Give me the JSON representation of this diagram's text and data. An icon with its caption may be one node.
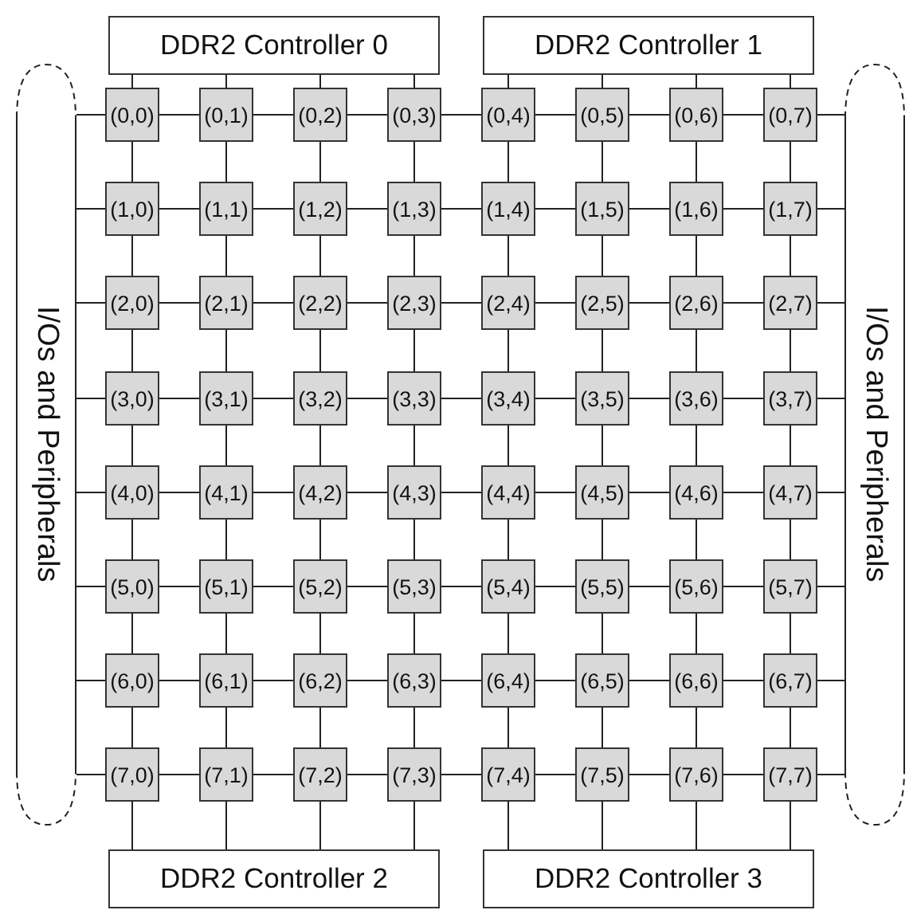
{
  "diagram": {
    "nodes": [
      {
        "text": [
          "DDR2 Controller 0"
        ]
      },
      {
        "text": [
          "DDR2 Controller 1"
        ]
      },
      {
        "text": [
          "I/Os and Peripherals"
        ]
      },
      {
        "text": [
          "(0,0)"
        ]
      },
      {
        "text": [
          "(0,1)"
        ]
      },
      {
        "text": [
          "(0,2)"
        ]
      },
      {
        "text": [
          "(0,3)"
        ]
      },
      {
        "text": [
          "(0,4)"
        ]
      },
      {
        "text": [
          "(0,5)"
        ]
      },
      {
        "text": [
          "(0,6)"
        ]
      },
      {
        "text": [
          "(0,7)"
        ]
      },
      {
        "text": [
          "(1,0)"
        ]
      },
      {
        "text": [
          "(1,1)"
        ]
      },
      {
        "text": [
          "(1,2)"
        ]
      },
      {
        "text": [
          "(1,3)"
        ]
      },
      {
        "text": [
          "(1,4)"
        ]
      },
      {
        "text": [
          "(1,5)"
        ]
      },
      {
        "text": [
          "(1,6)"
        ]
      },
      {
        "text": [
          "(1,7)"
        ]
      },
      {
        "text": [
          "(2,0)"
        ]
      },
      {
        "text": [
          "(2,1)"
        ]
      },
      {
        "text": [
          "(2,2)"
        ]
      },
      {
        "text": [
          "(2,3)"
        ]
      },
      {
        "text": [
          "(2,4)"
        ]
      },
      {
        "text": [
          "(2,5)"
        ]
      },
      {
        "text": [
          "(2,6)"
        ]
      },
      {
        "text": [
          "(2,7)"
        ]
      },
      {
        "text": [
          "(3,0)"
        ]
      },
      {
        "text": [
          "(3,1)"
        ]
      },
      {
        "text": [
          "(3,2)"
        ]
      },
      {
        "text": [
          "(3,3)"
        ]
      },
      {
        "text": [
          "(3,4)"
        ]
      },
      {
        "text": [
          "(3,5)"
        ]
      },
      {
        "text": [
          "(3,6)"
        ]
      },
      {
        "text": [
          "(3,7)"
        ]
      },
      {
        "text": [
          "(4,0)"
        ]
      },
      {
        "text": [
          "(4,1)"
        ]
      },
      {
        "text": [
          "(4,2)"
        ]
      },
      {
        "text": [
          "(4,3)"
        ]
      },
      {
        "text": [
          "(4,4)"
        ]
      },
      {
        "text": [
          "(4,5)"
        ]
      },
      {
        "text": [
          "(4,6)"
        ]
      },
      {
        "text": [
          "(4,7)"
        ]
      },
      {
        "text": [
          "(5,0)"
        ]
      },
      {
        "text": [
          "(5,1)"
        ]
      },
      {
        "text": [
          "(5,2)"
        ]
      },
      {
        "text": [
          "(5,3)"
        ]
      },
      {
        "text": [
          "(5,4)"
        ]
      },
      {
        "text": [
          "(5,5)"
        ]
      },
      {
        "text": [
          "(5,6)"
        ]
      },
      {
        "text": [
          "(5,7)"
        ]
      },
      {
        "text": [
          "(6,0)"
        ]
      },
      {
        "text": [
          "(6,1)"
        ]
      },
      {
        "text": [
          "(6,2)"
        ]
      },
      {
        "text": [
          "(6,3)"
        ]
      },
      {
        "text": [
          "(6,4)"
        ]
      },
      {
        "text": [
          "(6,5)"
        ]
      },
      {
        "text": [
          "(6,6)"
        ]
      },
      {
        "text": [
          "(6,7)"
        ]
      },
      {
        "text": [
          "(7,0)"
        ]
      },
      {
        "text": [
          "(7,1)"
        ]
      },
      {
        "text": [
          "(7,2)"
        ]
      },
      {
        "text": [
          "(7,3)"
        ]
      },
      {
        "text": [
          "(7,4)"
        ]
      },
      {
        "text": [
          "(7,5)"
        ]
      },
      {
        "text": [
          "(7,6)"
        ]
      },
      {
        "text": [
          "(7,7)"
        ]
      },
      {
        "text": [
          "I/Os and Peripherals"
        ]
      },
      {
        "text": [
          "DDR2 Controller 2"
        ]
      },
      {
        "text": [
          "DDR2 Controller 3"
        ]
      }
    ],
    "edges": [
      {
        "from": 0,
        "to": 3,
        "arrow": "none"
      },
      {
        "from": 0,
        "to": 4,
        "arrow": "none"
      },
      {
        "from": 0,
        "to": 5,
        "arrow": "none"
      },
      {
        "from": 0,
        "to": 6,
        "arrow": "none"
      },
      {
        "from": 1,
        "to": 7,
        "arrow": "none"
      },
      {
        "from": 1,
        "to": 8,
        "arrow": "none"
      },
      {
        "from": 1,
        "to": 9,
        "arrow": "none"
      },
      {
        "from": 1,
        "to": 10,
        "arrow": "none"
      },
      {
        "from": 2,
        "to": 3,
        "arrow": "none"
      },
      {
        "from": 2,
        "to": 11,
        "arrow": "none"
      },
      {
        "from": 2,
        "to": 19,
        "arrow": "none"
      },
      {
        "from": 2,
        "to": 27,
        "arrow": "none"
      },
      {
        "from": 2,
        "to": 35,
        "arrow": "none"
      },
      {
        "from": 2,
        "to": 43,
        "arrow": "none"
      },
      {
        "from": 2,
        "to": 51,
        "arrow": "none"
      },
      {
        "from": 2,
        "to": 59,
        "arrow": "none"
      },
      {
        "from": 3,
        "to": 4,
        "arrow": "none"
      },
      {
        "from": 4,
        "to": 5,
        "arrow": "none"
      },
      {
        "from": 5,
        "to": 6,
        "arrow": "none"
      },
      {
        "from": 6,
        "to": 7,
        "arrow": "none"
      },
      {
        "from": 7,
        "to": 8,
        "arrow": "none"
      },
      {
        "from": 8,
        "to": 9,
        "arrow": "none"
      },
      {
        "from": 9,
        "to": 10,
        "arrow": "none"
      },
      {
        "from": 11,
        "to": 12,
        "arrow": "none"
      },
      {
        "from": 12,
        "to": 13,
        "arrow": "none"
      },
      {
        "from": 13,
        "to": 14,
        "arrow": "none"
      },
      {
        "from": 14,
        "to": 15,
        "arrow": "none"
      },
      {
        "from": 15,
        "to": 16,
        "arrow": "none"
      },
      {
        "from": 16,
        "to": 17,
        "arrow": "none"
      },
      {
        "from": 17,
        "to": 18,
        "arrow": "none"
      },
      {
        "from": 19,
        "to": 20,
        "arrow": "none"
      },
      {
        "from": 20,
        "to": 21,
        "arrow": "none"
      },
      {
        "from": 21,
        "to": 22,
        "arrow": "none"
      },
      {
        "from": 22,
        "to": 23,
        "arrow": "none"
      },
      {
        "from": 23,
        "to": 24,
        "arrow": "none"
      },
      {
        "from": 24,
        "to": 25,
        "arrow": "none"
      },
      {
        "from": 25,
        "to": 26,
        "arrow": "none"
      },
      {
        "from": 27,
        "to": 28,
        "arrow": "none"
      },
      {
        "from": 28,
        "to": 29,
        "arrow": "none"
      },
      {
        "from": 29,
        "to": 30,
        "arrow": "none"
      },
      {
        "from": 30,
        "to": 31,
        "arrow": "none"
      },
      {
        "from": 31,
        "to": 32,
        "arrow": "none"
      },
      {
        "from": 32,
        "to": 33,
        "arrow": "none"
      },
      {
        "from": 33,
        "to": 34,
        "arrow": "none"
      },
      {
        "from": 35,
        "to": 36,
        "arrow": "none"
      },
      {
        "from": 36,
        "to": 37,
        "arrow": "none"
      },
      {
        "from": 37,
        "to": 38,
        "arrow": "none"
      },
      {
        "from": 38,
        "to": 39,
        "arrow": "none"
      },
      {
        "from": 39,
        "to": 40,
        "arrow": "none"
      },
      {
        "from": 40,
        "to": 41,
        "arrow": "none"
      },
      {
        "from": 41,
        "to": 42,
        "arrow": "none"
      },
      {
        "from": 43,
        "to": 44,
        "arrow": "none"
      },
      {
        "from": 44,
        "to": 45,
        "arrow": "none"
      },
      {
        "from": 45,
        "to": 46,
        "arrow": "none"
      },
      {
        "from": 46,
        "to": 47,
        "arrow": "none"
      },
      {
        "from": 47,
        "to": 48,
        "arrow": "none"
      },
      {
        "from": 48,
        "to": 49,
        "arrow": "none"
      },
      {
        "from": 49,
        "to": 50,
        "arrow": "none"
      },
      {
        "from": 51,
        "to": 52,
        "arrow": "none"
      },
      {
        "from": 52,
        "to": 53,
        "arrow": "none"
      },
      {
        "from": 53,
        "to": 54,
        "arrow": "none"
      },
      {
        "from": 54,
        "to": 55,
        "arrow": "none"
      },
      {
        "from": 55,
        "to": 56,
        "arrow": "none"
      },
      {
        "from": 56,
        "to": 57,
        "arrow": "none"
      },
      {
        "from": 57,
        "to": 58,
        "arrow": "none"
      },
      {
        "from": 59,
        "to": 60,
        "arrow": "none"
      },
      {
        "from": 60,
        "to": 61,
        "arrow": "none"
      },
      {
        "from": 61,
        "to": 62,
        "arrow": "none"
      },
      {
        "from": 62,
        "to": 63,
        "arrow": "none"
      },
      {
        "from": 63,
        "to": 64,
        "arrow": "none"
      },
      {
        "from": 64,
        "to": 65,
        "arrow": "none"
      },
      {
        "from": 65,
        "to": 66,
        "arrow": "none"
      },
      {
        "from": 3,
        "to": 11,
        "arrow": "none"
      },
      {
        "from": 4,
        "to": 12,
        "arrow": "none"
      },
      {
        "from": 5,
        "to": 13,
        "arrow": "none"
      },
      {
        "from": 6,
        "to": 14,
        "arrow": "none"
      },
      {
        "from": 7,
        "to": 15,
        "arrow": "none"
      },
      {
        "from": 8,
        "to": 16,
        "arrow": "none"
      },
      {
        "from": 9,
        "to": 17,
        "arrow": "none"
      },
      {
        "from": 10,
        "to": 18,
        "arrow": "none"
      },
      {
        "from": 11,
        "to": 19,
        "arrow": "none"
      },
      {
        "from": 12,
        "to": 20,
        "arrow": "none"
      },
      {
        "from": 13,
        "to": 21,
        "arrow": "none"
      },
      {
        "from": 14,
        "to": 22,
        "arrow": "none"
      },
      {
        "from": 15,
        "to": 23,
        "arrow": "none"
      },
      {
        "from": 16,
        "to": 24,
        "arrow": "none"
      },
      {
        "from": 17,
        "to": 25,
        "arrow": "none"
      },
      {
        "from": 18,
        "to": 26,
        "arrow": "none"
      },
      {
        "from": 19,
        "to": 27,
        "arrow": "none"
      },
      {
        "from": 20,
        "to": 28,
        "arrow": "none"
      },
      {
        "from": 21,
        "to": 29,
        "arrow": "none"
      },
      {
        "from": 22,
        "to": 30,
        "arrow": "none"
      },
      {
        "from": 23,
        "to": 31,
        "arrow": "none"
      },
      {
        "from": 24,
        "to": 32,
        "arrow": "none"
      },
      {
        "from": 25,
        "to": 33,
        "arrow": "none"
      },
      {
        "from": 26,
        "to": 34,
        "arrow": "none"
      },
      {
        "from": 27,
        "to": 35,
        "arrow": "none"
      },
      {
        "from": 28,
        "to": 36,
        "arrow": "none"
      },
      {
        "from": 29,
        "to": 37,
        "arrow": "none"
      },
      {
        "from": 30,
        "to": 38,
        "arrow": "none"
      },
      {
        "from": 31,
        "to": 39,
        "arrow": "none"
      },
      {
        "from": 32,
        "to": 40,
        "arrow": "none"
      },
      {
        "from": 33,
        "to": 41,
        "arrow": "none"
      },
      {
        "from": 34,
        "to": 42,
        "arrow": "none"
      },
      {
        "from": 35,
        "to": 43,
        "arrow": "none"
      },
      {
        "from": 36,
        "to": 44,
        "arrow": "none"
      },
      {
        "from": 37,
        "to": 45,
        "arrow": "none"
      },
      {
        "from": 38,
        "to": 46,
        "arrow": "none"
      },
      {
        "from": 39,
        "to": 47,
        "arrow": "none"
      },
      {
        "from": 40,
        "to": 48,
        "arrow": "none"
      },
      {
        "from": 41,
        "to": 49,
        "arrow": "none"
      },
      {
        "from": 42,
        "to": 50,
        "arrow": "none"
      },
      {
        "from": 43,
        "to": 51,
        "arrow": "none"
      },
      {
        "from": 44,
        "to": 52,
        "arrow": "none"
      },
      {
        "from": 45,
        "to": 53,
        "arrow": "none"
      },
      {
        "from": 46,
        "to": 54,
        "arrow": "none"
      },
      {
        "from": 47,
        "to": 55,
        "arrow": "none"
      },
      {
        "from": 48,
        "to": 56,
        "arrow": "none"
      },
      {
        "from": 49,
        "to": 57,
        "arrow": "none"
      },
      {
        "from": 50,
        "to": 58,
        "arrow": "none"
      },
      {
        "from": 51,
        "to": 59,
        "arrow": "none"
      },
      {
        "from": 52,
        "to": 60,
        "arrow": "none"
      },
      {
        "from": 53,
        "to": 61,
        "arrow": "none"
      },
      {
        "from": 54,
        "to": 62,
        "arrow": "none"
      },
      {
        "from": 55,
        "to": 63,
        "arrow": "none"
      },
      {
        "from": 56,
        "to": 64,
        "arrow": "none"
      },
      {
        "from": 57,
        "to": 65,
        "arrow": "none"
      },
      {
        "from": 58,
        "to": 66,
        "arrow": "none"
      },
      {
        "from": 10,
        "to": 67,
        "arrow": "none"
      },
      {
        "from": 18,
        "to": 67,
        "arrow": "none"
      },
      {
        "from": 26,
        "to": 67,
        "arrow": "none"
      },
      {
        "from": 34,
        "to": 67,
        "arrow": "none"
      },
      {
        "from": 42,
        "to": 67,
        "arrow": "none"
      },
      {
        "from": 50,
        "to": 67,
        "arrow": "none"
      },
      {
        "from": 58,
        "to": 67,
        "arrow": "none"
      },
      {
        "from": 66,
        "to": 67,
        "arrow": "none"
      },
      {
        "from": 59,
        "to": 68,
        "arrow": "none"
      },
      {
        "from": 60,
        "to": 68,
        "arrow": "none"
      },
      {
        "from": 61,
        "to": 68,
        "arrow": "none"
      },
      {
        "from": 62,
        "to": 68,
        "arrow": "none"
      },
      {
        "from": 63,
        "to": 69,
        "arrow": "none"
      },
      {
        "from": 64,
        "to": 69,
        "arrow": "none"
      },
      {
        "from": 65,
        "to": 69,
        "arrow": "none"
      },
      {
        "from": 66,
        "to": 69,
        "arrow": "none"
      }
    ]
  }
}
